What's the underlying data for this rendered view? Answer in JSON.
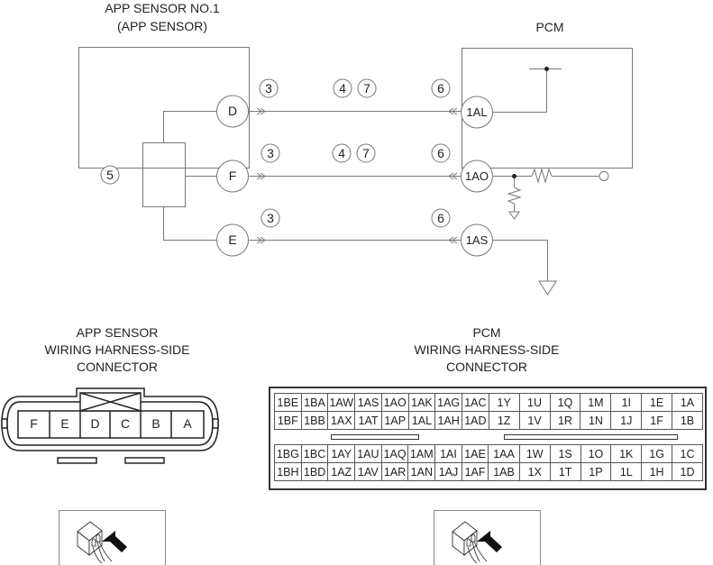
{
  "diagram": {
    "sensor_title": [
      "APP SENSOR NO.1",
      "(APP SENSOR)"
    ],
    "pcm_title": "PCM",
    "sensor_callout": "5",
    "wires": [
      {
        "sensor_pin": "D",
        "pcm_pin": "1AL",
        "callouts_left": "3",
        "callouts_mid": [
          "4",
          "7"
        ],
        "callouts_right": "6"
      },
      {
        "sensor_pin": "F",
        "pcm_pin": "1AO",
        "callouts_left": "3",
        "callouts_mid": [
          "4",
          "7"
        ],
        "callouts_right": "6"
      },
      {
        "sensor_pin": "E",
        "pcm_pin": "1AS",
        "callouts_left": "3",
        "callouts_mid": [],
        "callouts_right": "6"
      }
    ]
  },
  "app_connector": {
    "title": [
      "APP SENSOR",
      "WIRING HARNESS-SIDE",
      "CONNECTOR"
    ],
    "pins": [
      "F",
      "E",
      "D",
      "C",
      "B",
      "A"
    ]
  },
  "pcm_connector": {
    "title": [
      "PCM",
      "WIRING HARNESS-SIDE",
      "CONNECTOR"
    ],
    "upper_rows": [
      [
        "1BE",
        "1BA",
        "1AW",
        "1AS",
        "1AO",
        "1AK",
        "1AG",
        "1AC",
        "1Y",
        "1U",
        "1Q",
        "1M",
        "1I",
        "1E",
        "1A"
      ],
      [
        "1BF",
        "1BB",
        "1AX",
        "1AT",
        "1AP",
        "1AL",
        "1AH",
        "1AD",
        "1Z",
        "1V",
        "1R",
        "1N",
        "1J",
        "1F",
        "1B"
      ]
    ],
    "lower_rows": [
      [
        "1BG",
        "1BC",
        "1AY",
        "1AU",
        "1AQ",
        "1AM",
        "1AI",
        "1AE",
        "1AA",
        "1W",
        "1S",
        "1O",
        "1K",
        "1G",
        "1C"
      ],
      [
        "1BH",
        "1BD",
        "1AZ",
        "1AV",
        "1AR",
        "1AN",
        "1AJ",
        "1AF",
        "1AB",
        "1X",
        "1T",
        "1P",
        "1L",
        "1H",
        "1D"
      ]
    ]
  },
  "icons": [
    "connector-probe-icon",
    "connector-probe-icon"
  ]
}
